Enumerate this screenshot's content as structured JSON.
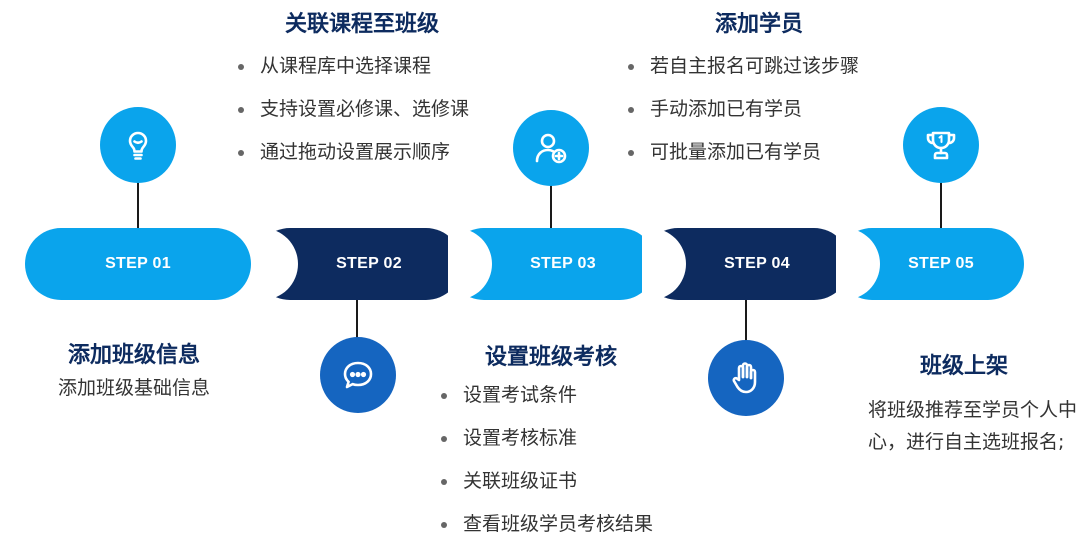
{
  "steps": [
    {
      "label": "STEP 01",
      "title": "添加班级信息",
      "desc": "添加班级基础信息"
    },
    {
      "label": "STEP 02",
      "title": "关联课程至班级",
      "bullets": [
        "从课程库中选择课程",
        "支持设置必修课、选修课",
        "通过拖动设置展示顺序"
      ]
    },
    {
      "label": "STEP 03",
      "title": "设置班级考核",
      "bullets": [
        "设置考试条件",
        "设置考核标准",
        "关联班级证书",
        "查看班级学员考核结果"
      ]
    },
    {
      "label": "STEP 04",
      "title": "添加学员",
      "bullets": [
        "若自主报名可跳过该步骤",
        "手动添加已有学员",
        "可批量添加已有学员"
      ]
    },
    {
      "label": "STEP 05",
      "title": "班级上架",
      "desc": "将班级推荐至学员个人中心，进行自主选班报名;"
    }
  ],
  "icons": [
    "lightbulb-icon",
    "chat-bubble-icon",
    "add-user-icon",
    "hand-icon",
    "trophy-icon"
  ],
  "colors": {
    "light_blue": "#0aa4ec",
    "navy": "#0d2b5f",
    "medium_blue": "#1565c0"
  }
}
